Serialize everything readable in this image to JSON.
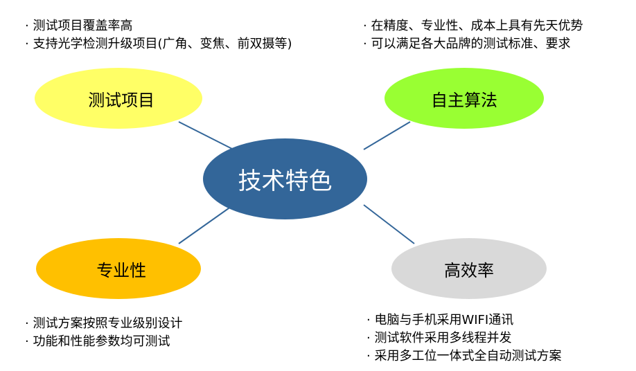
{
  "colors": {
    "center_fill": "#336699",
    "test_items_fill": "#FFFF66",
    "algorithm_fill": "#99FF33",
    "professional_fill": "#FFC000",
    "efficiency_fill": "#D9D9D9",
    "connector": "#336699"
  },
  "center": {
    "label": "技术特色"
  },
  "nodes": {
    "test_items": {
      "label": "测试项目",
      "bullets": [
        "测试项目覆盖率高",
        "支持光学检测升级项目(广角、变焦、前双摄等)"
      ]
    },
    "algorithm": {
      "label": "自主算法",
      "bullets": [
        "在精度、专业性、成本上具有先天优势",
        "可以满足各大品牌的测试标准、要求"
      ]
    },
    "professional": {
      "label": "专业性",
      "bullets": [
        "测试方案按照专业级别设计",
        "功能和性能参数均可测试"
      ]
    },
    "efficiency": {
      "label": "高效率",
      "bullets": [
        "电脑与手机采用WIFI通讯",
        "测试软件采用多线程并发",
        "采用多工位一体式全自动测试方案"
      ]
    }
  }
}
